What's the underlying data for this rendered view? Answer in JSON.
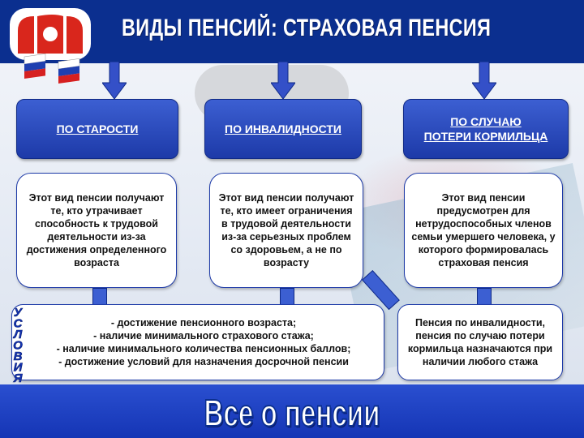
{
  "title": "ВИДЫ ПЕНСИЙ: СТРАХОВАЯ ПЕНСИЯ",
  "categories": [
    {
      "label": "ПО СТАРОСТИ"
    },
    {
      "label": "ПО ИНВАЛИДНОСТИ"
    },
    {
      "label": "ПО СЛУЧАЮ\nПОТЕРИ КОРМИЛЬЦА"
    }
  ],
  "descriptions": [
    "Этот вид пенсии получают те, кто утрачивает способность к трудовой деятельности из-за достижения определенного возраста",
    "Этот вид пенсии получают те, кто имеет ограничения в трудовой деятельности из-за серьезных проблем со здоровьем, а не по возрасту",
    "Этот вид пенсии предусмотрен для нетрудоспособных членов семьи умершего человека, у которого формировалась страховая пенсия"
  ],
  "conditions_label": "УСЛОВИЯ",
  "conditions": [
    "- достижение пенсионного возраста;",
    "- наличие минимального страхового стажа;",
    "- наличие минимального количества пенсионных баллов;",
    "- достижение условий для назначения досрочной пенсии"
  ],
  "note": "Пенсия по инвалидности, пенсия по случаю потери кормильца назначаются при наличии любого стажа",
  "footer": "Все о пенсии",
  "colors": {
    "header": "#0b2f8f",
    "accent": "#1d3aa8",
    "flag_white": "#ffffff",
    "flag_blue": "#1f3fb0",
    "flag_red": "#d62020",
    "logo_red": "#d9261c"
  }
}
